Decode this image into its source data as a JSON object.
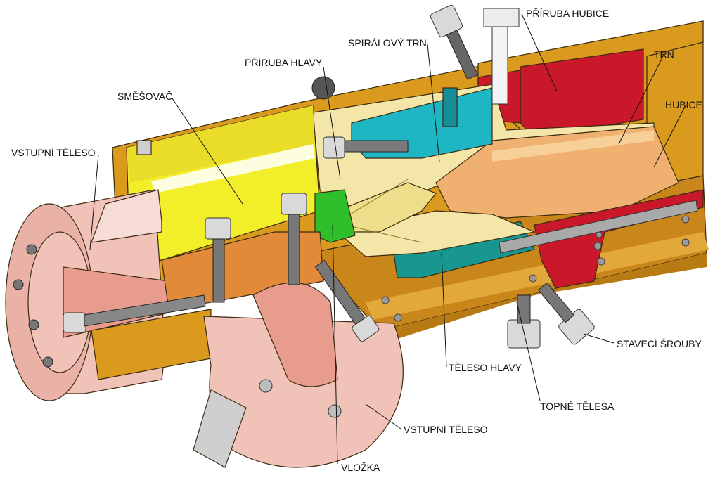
{
  "labels": {
    "priruba_hubice": "PŘÍRUBA HUBICE",
    "spiralovy_trn": "SPIRÁLOVÝ TRN",
    "trn": "TRN",
    "priruba_hlavy": "PŘÍRUBA HLAVY",
    "smesovac": "SMĚŠOVAČ",
    "hubice": "HUBICE",
    "vstupni_teleso_left": "VSTUPNÍ TĚLESO",
    "stavaci_srouby": "STAVECÍ ŠROUBY",
    "teleso_hlavy": "TĚLESO HLAVY",
    "topne_telesa": "TOPNÉ TĚLESA",
    "vstupni_teleso_bottom": "VSTUPNÍ TĚLESO",
    "vlozka": "VLOŽKA"
  },
  "colors": {
    "heater_gold": "#d99a1e",
    "heater_dark": "#b87a12",
    "smesovac_yellow": "#f2ee2a",
    "vstupni_pink": "#f1c2b8",
    "head_cream": "#f3e6a8",
    "spiral_cyan": "#1fb6c3",
    "teal_body": "#17978f",
    "flange_red": "#c9182a",
    "hubice_orange": "#f0b070",
    "vlozka_green": "#2fbf2a",
    "steel": "#c8c8c8"
  }
}
